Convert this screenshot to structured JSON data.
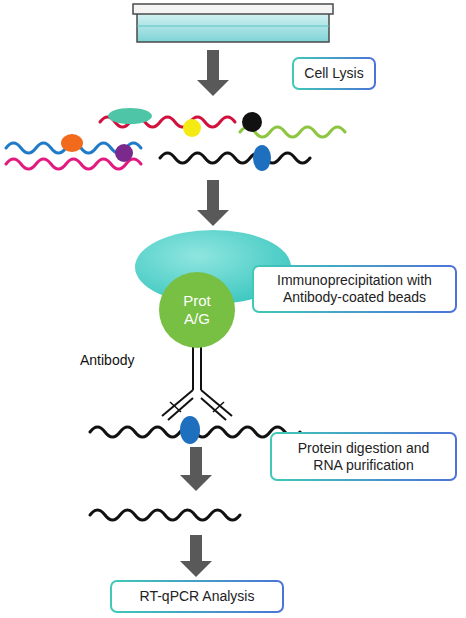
{
  "diagram": {
    "nodes": [
      {
        "text": [
          "Cell Lysis"
        ]
      },
      {
        "text": [
          "Prot A/G"
        ]
      },
      {
        "text": [
          "Immunoprecipitation with Antibody-coated beads"
        ]
      },
      {
        "text": [
          "Protein digestion and RNA purification"
        ]
      },
      {
        "text": [
          "RT-qPCR Analysis"
        ]
      }
    ],
    "labels": [
      "Antibody"
    ]
  }
}
